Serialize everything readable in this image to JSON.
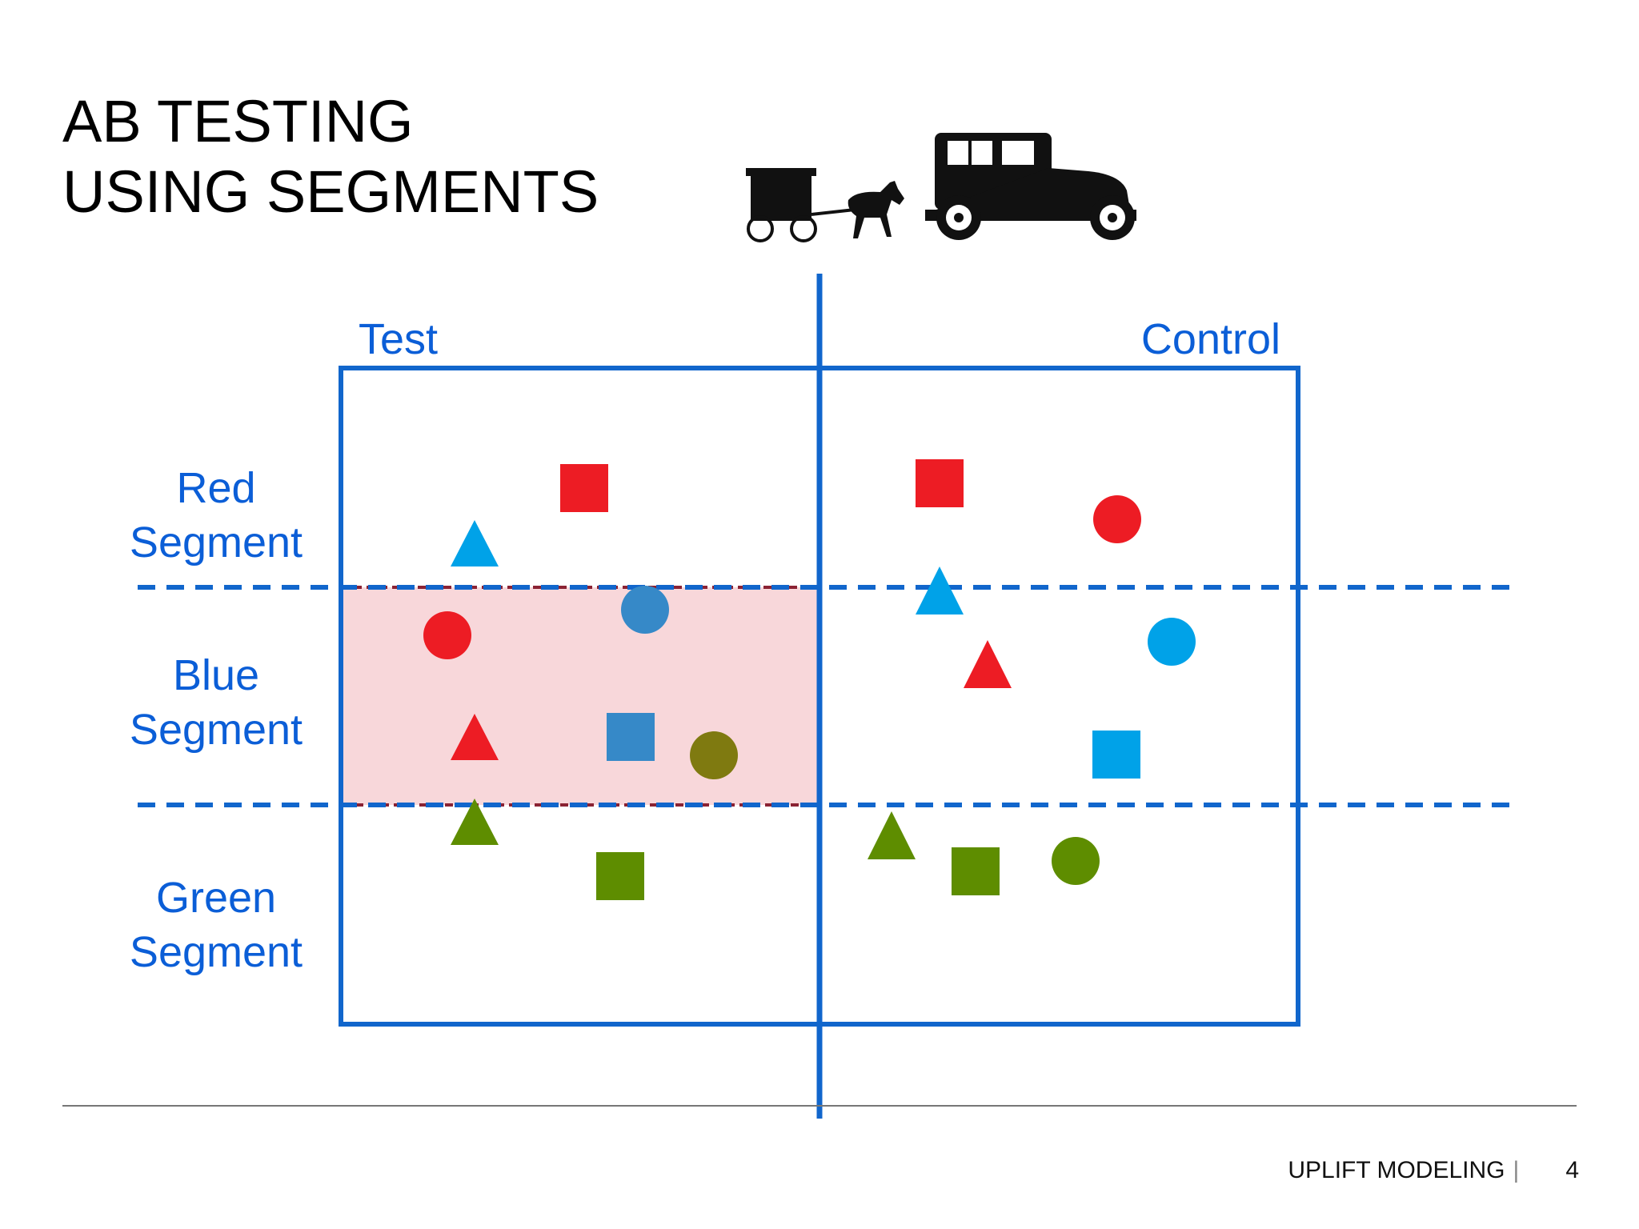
{
  "slide": {
    "title_line1": "AB TESTING",
    "title_line2": "USING SEGMENTS"
  },
  "groups": {
    "test_label": "Test",
    "control_label": "Control"
  },
  "segments": [
    {
      "line1": "Red",
      "line2": "Segment",
      "color": "#ED1C24"
    },
    {
      "line1": "Blue",
      "line2": "Segment",
      "color": "#00A2E8"
    },
    {
      "line1": "Green",
      "line2": "Segment",
      "color": "#5E8D00"
    }
  ],
  "colors": {
    "label_blue": "#0B5ED7",
    "line_blue": "#1166CC",
    "highlight_fill": "#F8D7DA",
    "highlight_stroke": "#8B2233",
    "red": "#ED1C24",
    "cyan": "#00A2E8",
    "steel_blue": "#3689C8",
    "green": "#5E8D00",
    "olive": "#7F7A10"
  },
  "illustration": {
    "left": "horse-and-buggy-icon",
    "right": "vintage-car-icon"
  },
  "footer": {
    "label": "UPLIFT MODELING",
    "separator": "|",
    "page_number": "4"
  }
}
